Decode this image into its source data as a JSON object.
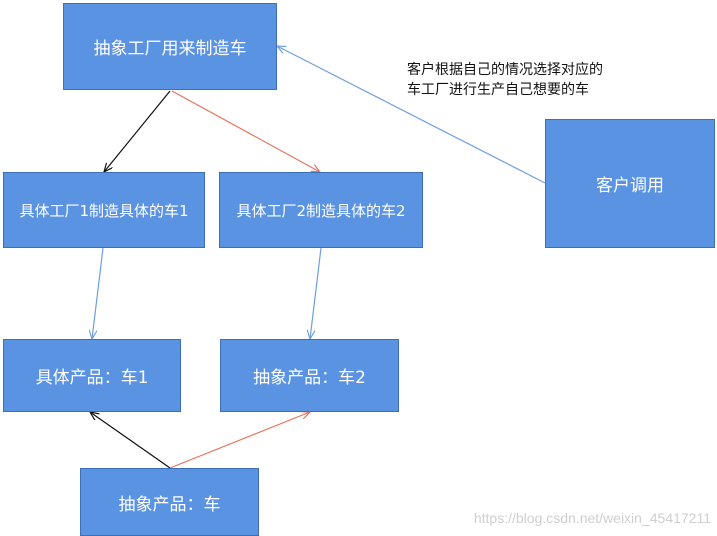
{
  "nodes": {
    "abstract_factory": "抽象工厂用来制造车",
    "factory1": "具体工厂1制造具体的车1",
    "factory2": "具体工厂2制造具体的车2",
    "client": "客户调用",
    "product1": "具体产品：车1",
    "product2": "抽象产品：车2",
    "abstract_product": "抽象产品：车"
  },
  "note": {
    "line1": "客户根据自己的情况选择对应的",
    "line2": "车工厂进行生产自己想要的车"
  },
  "watermark": "https://blog.csdn.net/weixin_45417211",
  "colors": {
    "box_fill": "#5b93e3",
    "box_border": "#3d6fb8",
    "line_black": "#111111",
    "line_red": "#e8735a",
    "line_blue": "#6f9fe0"
  }
}
